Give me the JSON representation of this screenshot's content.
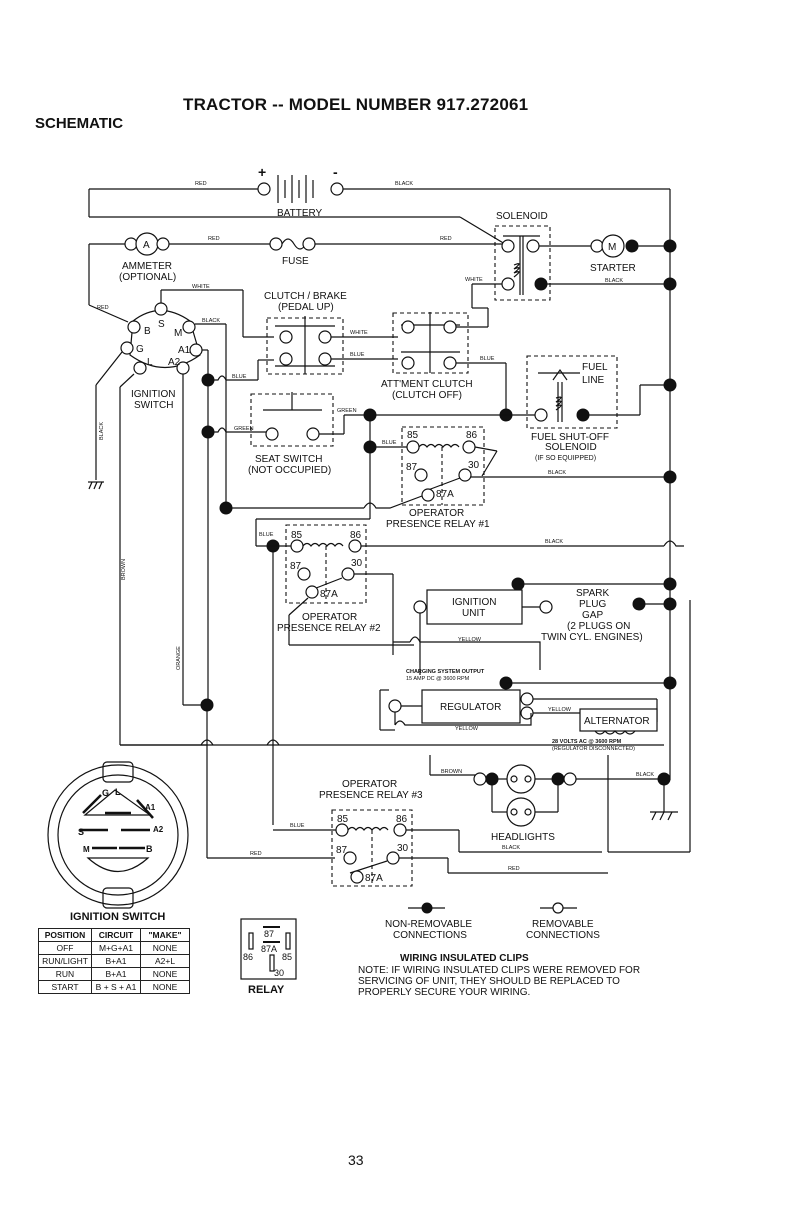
{
  "header": {
    "title": "TRACTOR -- MODEL NUMBER 917.272061",
    "subtitle": "SCHEMATIC"
  },
  "components": {
    "battery": "BATTERY",
    "battery_plus": "+",
    "battery_minus": "-",
    "solenoid": "SOLENOID",
    "ammeter_symbol": "A",
    "ammeter": "AMMETER",
    "ammeter_note": "(OPTIONAL)",
    "fuse": "FUSE",
    "starter_symbol": "M",
    "starter": "STARTER",
    "clutch_brake": "CLUTCH / BRAKE",
    "clutch_brake_note": "(PEDAL UP)",
    "ignition_switch_l1": "IGNITION",
    "ignition_switch_l2": "SWITCH",
    "att_clutch": "ATT'MENT CLUTCH",
    "att_clutch_note": "(CLUTCH OFF)",
    "fuel_line_l1": "FUEL",
    "fuel_line_l2": "LINE",
    "fuel_shutoff": "FUEL SHUT-OFF",
    "fuel_shutoff_l2": "SOLENOID",
    "fuel_shutoff_note": "(IF SO EQUIPPED)",
    "seat_switch": "SEAT SWITCH",
    "seat_switch_note": "(NOT OCCUPIED)",
    "relay1_l1": "OPERATOR",
    "relay1_l2": "PRESENCE RELAY #1",
    "relay2_l1": "OPERATOR",
    "relay2_l2": "PRESENCE RELAY #2",
    "relay3_l1": "OPERATOR",
    "relay3_l2": "PRESENCE RELAY #3",
    "ignition_unit_l1": "IGNITION",
    "ignition_unit_l2": "UNIT",
    "spark_l1": "SPARK",
    "spark_l2": "PLUG",
    "spark_l3": "GAP",
    "spark_l4": "(2 PLUGS ON",
    "spark_l5": "TWIN CYL. ENGINES)",
    "charging_l1": "CHARGING SYSTEM OUTPUT",
    "charging_l2": "15 AMP DC @ 3600 RPM",
    "regulator": "REGULATOR",
    "alternator": "ALTERNATOR",
    "alt_note_l1": "28 VOLTS AC @ 3600 RPM",
    "alt_note_l2": "(REGULATOR DISCONNECTED)",
    "headlights": "HEADLIGHTS",
    "terminals": {
      "s": "S",
      "b": "B",
      "m": "M",
      "g": "G",
      "a1": "A1",
      "l": "L",
      "a2": "A2"
    },
    "relay_pins": {
      "p85": "85",
      "p86": "86",
      "p87": "87",
      "p30": "30",
      "p87a": "87A"
    }
  },
  "wire_labels": {
    "red": "RED",
    "black": "BLACK",
    "white": "WHITE",
    "blue": "BLUE",
    "green": "GREEN",
    "brown": "BROWN",
    "orange": "ORANGE",
    "yellow": "YELLOW"
  },
  "switch_diagram": {
    "labels": {
      "g": "G",
      "l": "L",
      "a1": "A1",
      "a2": "A2",
      "s": "S",
      "m": "M",
      "b": "B"
    }
  },
  "ignition_table": {
    "title": "IGNITION SWITCH",
    "headers": [
      "POSITION",
      "CIRCUIT",
      "\"MAKE\""
    ],
    "rows": [
      [
        "OFF",
        "M+G+A1",
        "NONE"
      ],
      [
        "RUN/LIGHT",
        "B+A1",
        "A2+L"
      ],
      [
        "RUN",
        "B+A1",
        "NONE"
      ],
      [
        "START",
        "B + S + A1",
        "NONE"
      ]
    ]
  },
  "relay_legend": {
    "title": "RELAY",
    "pins": [
      "87",
      "87A",
      "86",
      "85",
      "30"
    ]
  },
  "legend": {
    "non_removable_l1": "NON-REMOVABLE",
    "non_removable_l2": "CONNECTIONS",
    "removable_l1": "REMOVABLE",
    "removable_l2": "CONNECTIONS",
    "clips_title": "WIRING INSULATED CLIPS",
    "note_l1": "NOTE: IF WIRING INSULATED CLIPS WERE REMOVED FOR",
    "note_l2": "SERVICING OF UNIT, THEY SHOULD BE REPLACED TO",
    "note_l3": "PROPERLY SECURE YOUR WIRING."
  },
  "footer": {
    "page_number": "33"
  }
}
